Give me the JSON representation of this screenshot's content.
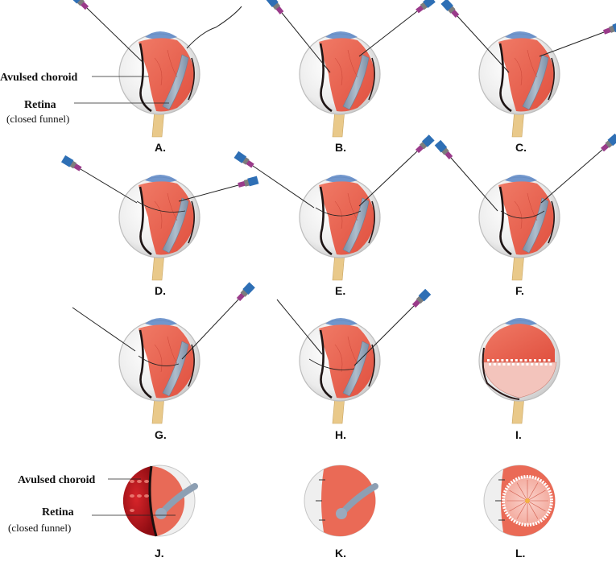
{
  "annotations": {
    "avulsed_choroid": "Avulsed choroid",
    "retina": "Retina",
    "closed_funnel": "(closed funnel)"
  },
  "panels": [
    "A.",
    "B.",
    "C.",
    "D.",
    "E.",
    "F.",
    "G.",
    "H.",
    "I.",
    "J.",
    "K.",
    "L."
  ],
  "colors": {
    "choroid_red": "#e8604f",
    "retina_blue": "#8fa3b8",
    "lens_blue": "#5b86c6",
    "nerve": "#e9c98a",
    "sclera": "#f2f2f2",
    "needle_hub_blue": "#2e6fb5",
    "needle_tip_purple": "#9a3b8a",
    "dark_red": "#b5121b"
  }
}
